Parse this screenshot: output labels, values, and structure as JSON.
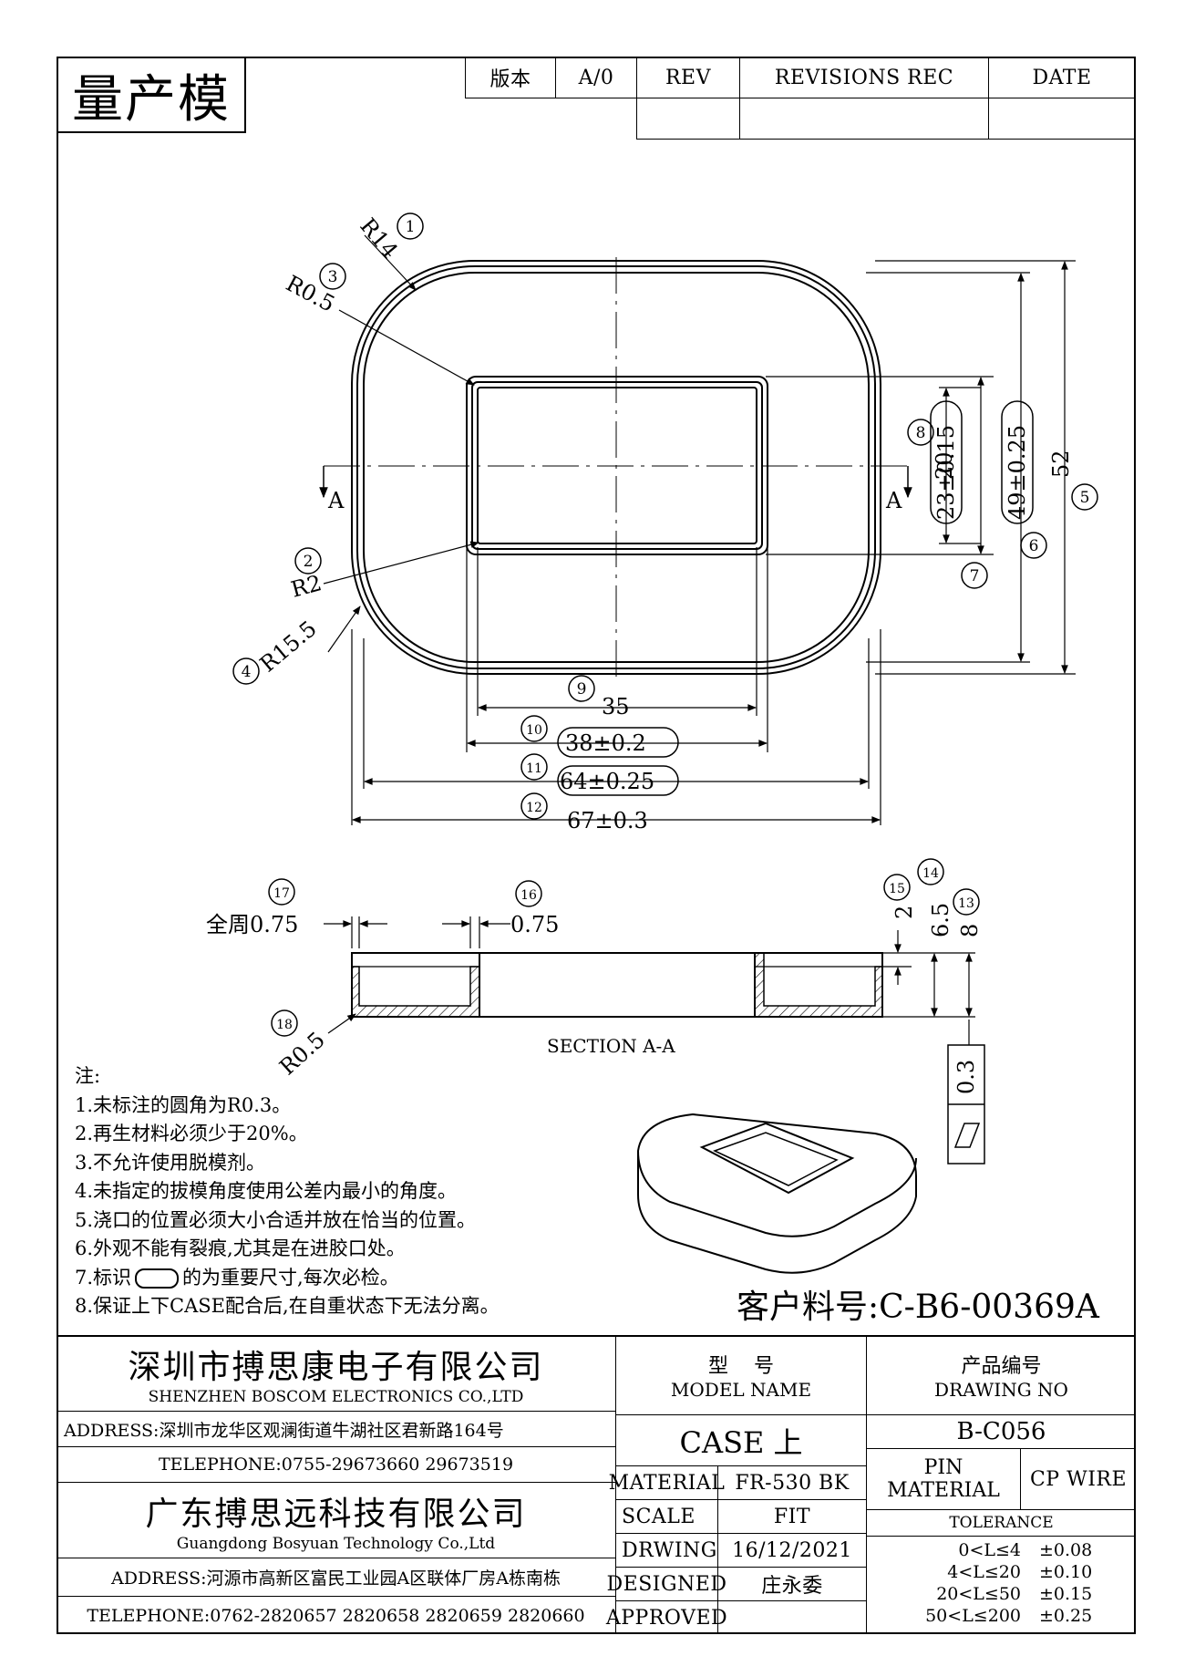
{
  "header": {
    "stamp": "量产模",
    "version_label": "版本",
    "version_value": "A/0",
    "rev_label": "REV",
    "revisions_label": "REVISIONS REC",
    "date_label": "DATE"
  },
  "top_view": {
    "callouts": [
      "1",
      "2",
      "3",
      "4",
      "5",
      "6",
      "7",
      "8",
      "9",
      "10",
      "11",
      "12"
    ],
    "r14": "R14",
    "r05": "R0.5",
    "r2": "R2",
    "r155": "R15.5",
    "section_a": "A",
    "dim_20": "20",
    "dim_23": "23±0.15",
    "dim_49": "49±0.25",
    "dim_52": "52",
    "dim_35": "35",
    "dim_38": "38±0.2",
    "dim_64": "64±0.25",
    "dim_67": "67±0.3"
  },
  "section_view": {
    "callouts": [
      "13",
      "14",
      "15",
      "16",
      "17",
      "18"
    ],
    "wall_label": "全周0.75",
    "inner_wall": "0.75",
    "h2": "2",
    "h65": "6.5",
    "h8": "8",
    "r05": "R0.5",
    "title": "SECTION A-A"
  },
  "flatness": "0.3",
  "notes": {
    "heading": "注:",
    "items": [
      "1.未标注的圆角为R0.3。",
      "2.再生材料必须少于20%。",
      "3.不允许使用脱模剂。",
      "4.未指定的拔模角度使用公差内最小的角度。",
      "5.浇口的位置必须大小合适并放在恰当的位置。",
      "6.外观不能有裂痕,尤其是在进胶口处。",
      "8.保证上下CASE配合后,在自重状态下无法分离。"
    ],
    "item7_prefix": "7.标识",
    "item7_suffix": "的为重要尺寸,每次必检。"
  },
  "customer_part": "客户料号:C-B6-00369A",
  "title_block": {
    "company1_cn": "深圳市搏思康电子有限公司",
    "company1_en": "SHENZHEN BOSCOM ELECTRONICS CO.,LTD",
    "address1": "ADDRESS:深圳市龙华区观澜街道牛湖社区君新路164号",
    "telephone1": "TELEPHONE:0755-29673660 29673519",
    "company2_cn": "广东搏思远科技有限公司",
    "company2_en": "Guangdong Bosyuan Technology Co.,Ltd",
    "address2": "ADDRESS:河源市高新区富民工业园A区联体厂房A栋南栋",
    "telephone2": "TELEPHONE:0762-2820657 2820658 2820659 2820660",
    "model_cn": "型    号",
    "model_en": "MODEL NAME",
    "model_value": "CASE 上",
    "drawing_cn": "产品编号",
    "drawing_en": "DRAWING NO",
    "drawing_value": "B-C056",
    "material_label": "MATERIAL",
    "material_value": "FR-530 BK",
    "scale_label": "SCALE",
    "scale_value": "FIT",
    "drawing_label": "DRWING",
    "drawing_date": "16/12/2021",
    "designed_label": "DESIGNED",
    "designed_value": "庄永委",
    "approved_label": "APPROVED",
    "approved_value": "",
    "pin_material_label1": "PIN",
    "pin_material_label2": "MATERIAL",
    "pin_material_value": "CP WIRE",
    "tolerance_label": "TOLERANCE",
    "tolerances": [
      {
        "range": "0<L≤4",
        "value": "±0.08"
      },
      {
        "range": "4<L≤20",
        "value": "±0.10"
      },
      {
        "range": "20<L≤50",
        "value": "±0.15"
      },
      {
        "range": "50<L≤200",
        "value": "±0.25"
      }
    ]
  }
}
